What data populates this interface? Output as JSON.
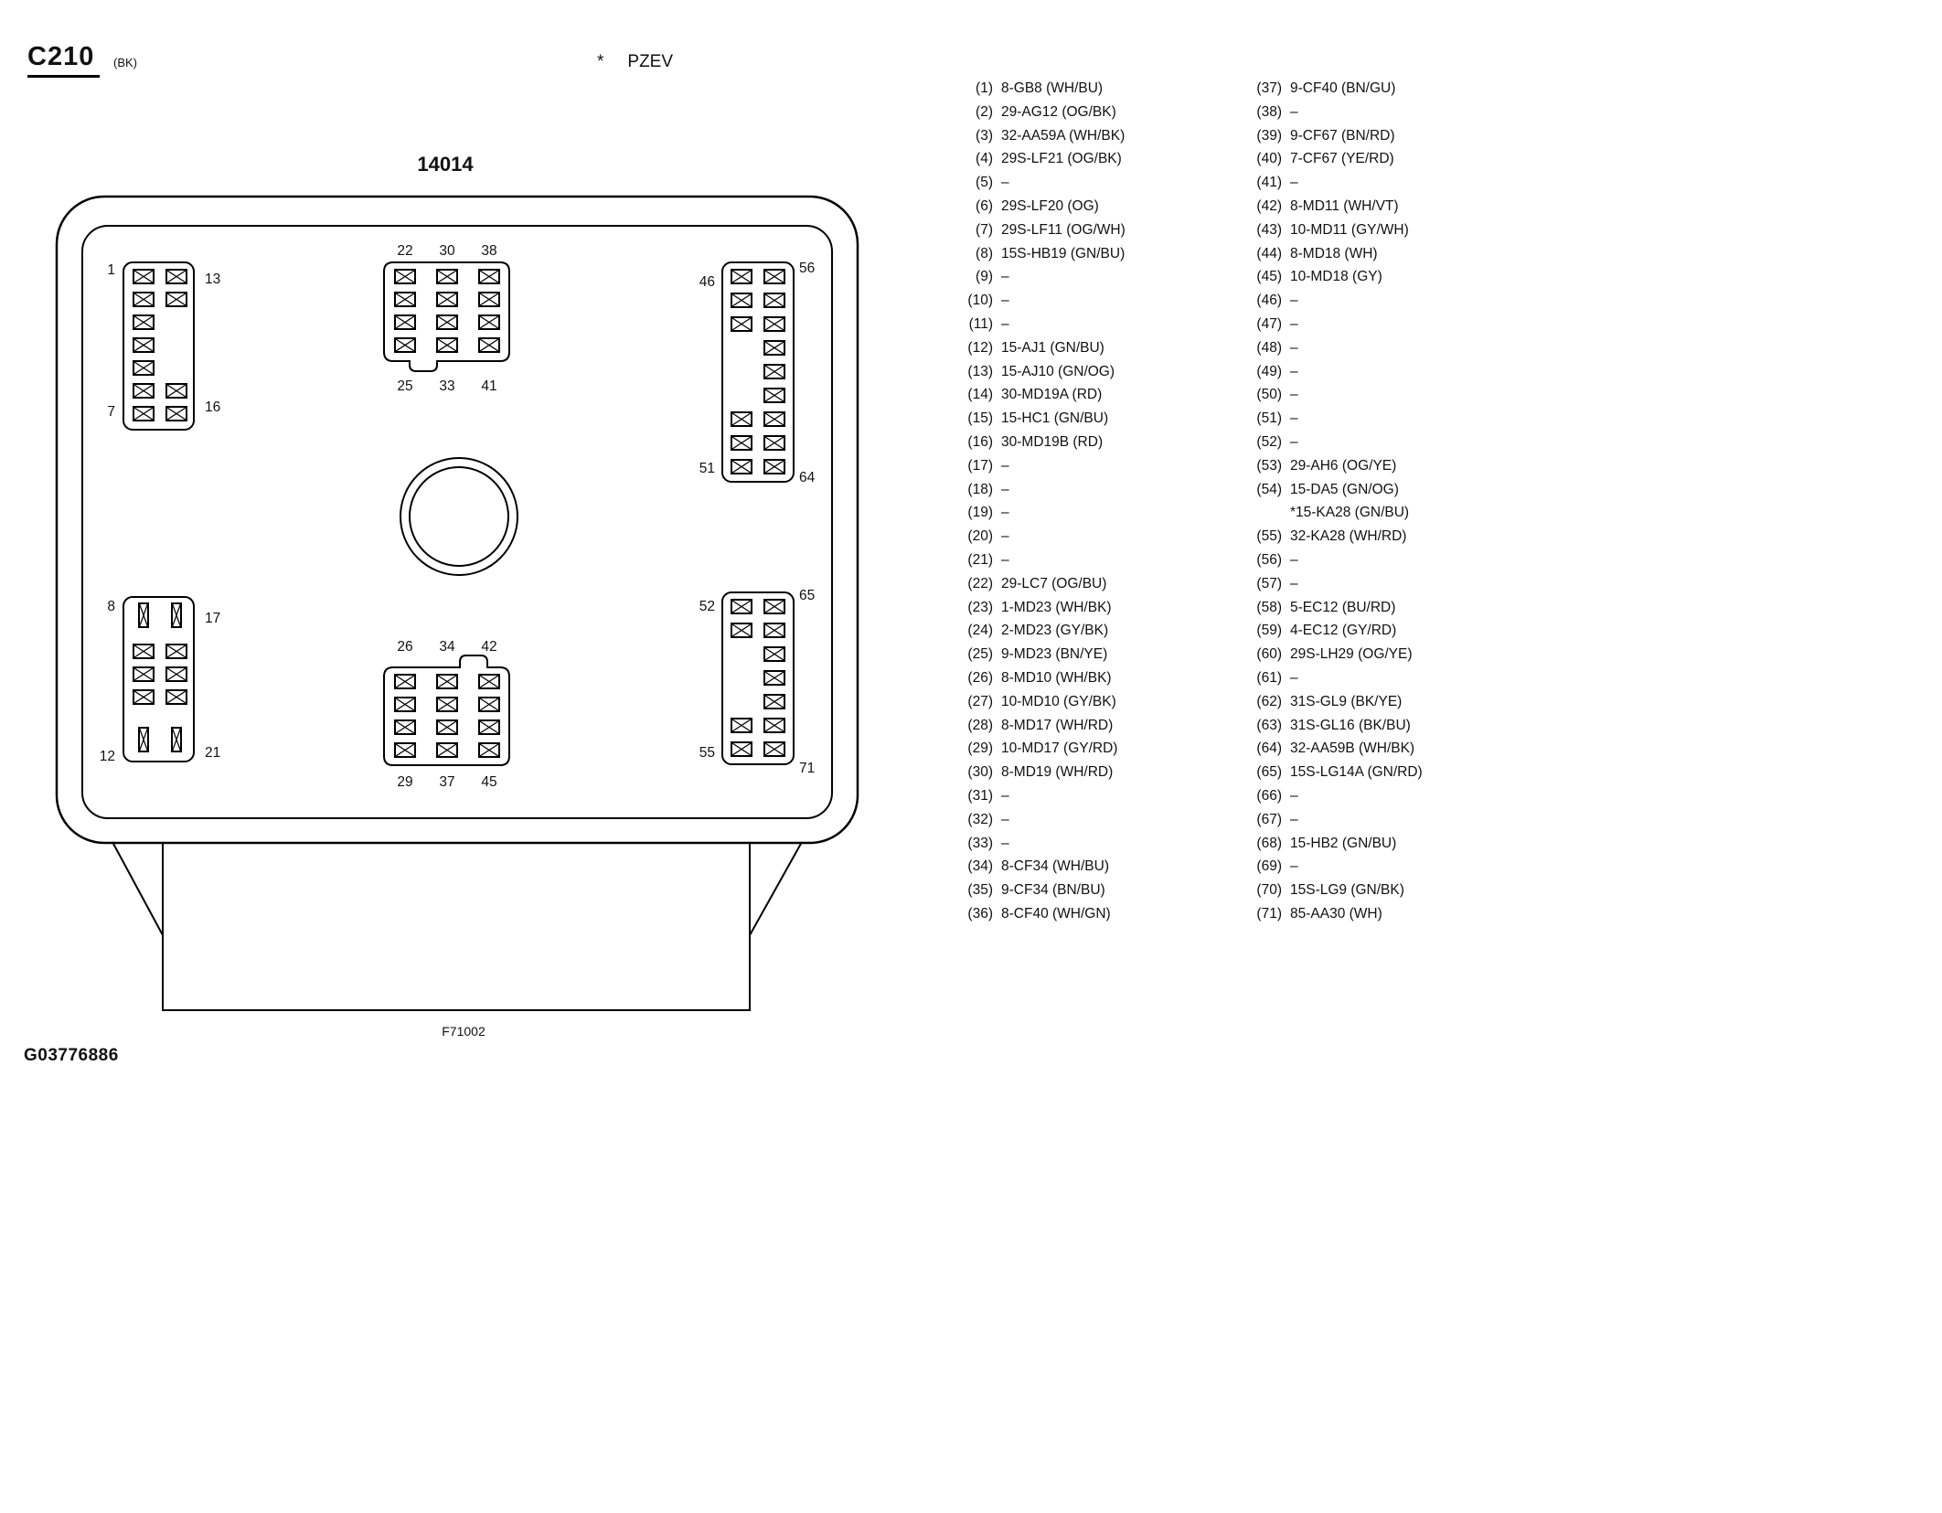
{
  "header": {
    "connector": "C210",
    "color_code": "(BK)",
    "note_star": "*",
    "note": "PZEV"
  },
  "diagram": {
    "part_number": "14014",
    "figure_label": "F71002",
    "doc_id": "G03776886",
    "blocks": {
      "top_left": {
        "tl": "1",
        "tr": "13",
        "bl": "7",
        "br": "16"
      },
      "top_center": {
        "top": [
          "22",
          "30",
          "38"
        ],
        "bottom": [
          "25",
          "33",
          "41"
        ]
      },
      "top_right": {
        "tl": "46",
        "tr": "56",
        "bl": "51",
        "br": "64"
      },
      "bottom_left": {
        "tl": "8",
        "tr": "17",
        "bl": "12",
        "br": "21"
      },
      "bottom_center": {
        "top": [
          "26",
          "34",
          "42"
        ],
        "bottom": [
          "29",
          "37",
          "45"
        ]
      },
      "bottom_right": {
        "tl": "52",
        "tr": "65",
        "bl": "55",
        "br": "71"
      }
    }
  },
  "pin_list": {
    "column1": [
      {
        "num": "(1)",
        "label": "8-GB8 (WH/BU)"
      },
      {
        "num": "(2)",
        "label": "29-AG12 (OG/BK)"
      },
      {
        "num": "(3)",
        "label": "32-AA59A (WH/BK)"
      },
      {
        "num": "(4)",
        "label": "29S-LF21 (OG/BK)"
      },
      {
        "num": "(5)",
        "label": "–"
      },
      {
        "num": "(6)",
        "label": "29S-LF20 (OG)"
      },
      {
        "num": "(7)",
        "label": "29S-LF11 (OG/WH)"
      },
      {
        "num": "(8)",
        "label": "15S-HB19 (GN/BU)"
      },
      {
        "num": "(9)",
        "label": "–"
      },
      {
        "num": "(10)",
        "label": "–"
      },
      {
        "num": "(11)",
        "label": "–"
      },
      {
        "num": "(12)",
        "label": "15-AJ1 (GN/BU)"
      },
      {
        "num": "(13)",
        "label": "15-AJ10 (GN/OG)"
      },
      {
        "num": "(14)",
        "label": "30-MD19A (RD)"
      },
      {
        "num": "(15)",
        "label": "15-HC1 (GN/BU)"
      },
      {
        "num": "(16)",
        "label": "30-MD19B (RD)"
      },
      {
        "num": "(17)",
        "label": "–"
      },
      {
        "num": "(18)",
        "label": "–"
      },
      {
        "num": "(19)",
        "label": "–"
      },
      {
        "num": "(20)",
        "label": "–"
      },
      {
        "num": "(21)",
        "label": "–"
      },
      {
        "num": "(22)",
        "label": "29-LC7 (OG/BU)"
      },
      {
        "num": "(23)",
        "label": "1-MD23 (WH/BK)"
      },
      {
        "num": "(24)",
        "label": "2-MD23 (GY/BK)"
      },
      {
        "num": "(25)",
        "label": "9-MD23 (BN/YE)"
      },
      {
        "num": "(26)",
        "label": "8-MD10 (WH/BK)"
      },
      {
        "num": "(27)",
        "label": "10-MD10 (GY/BK)"
      },
      {
        "num": "(28)",
        "label": "8-MD17 (WH/RD)"
      },
      {
        "num": "(29)",
        "label": "10-MD17 (GY/RD)"
      },
      {
        "num": "(30)",
        "label": "8-MD19 (WH/RD)"
      },
      {
        "num": "(31)",
        "label": "–"
      },
      {
        "num": "(32)",
        "label": "–"
      },
      {
        "num": "(33)",
        "label": "–"
      },
      {
        "num": "(34)",
        "label": "8-CF34 (WH/BU)"
      },
      {
        "num": "(35)",
        "label": "9-CF34 (BN/BU)"
      },
      {
        "num": "(36)",
        "label": "8-CF40 (WH/GN)"
      }
    ],
    "column2": [
      {
        "num": "(37)",
        "label": "9-CF40 (BN/GU)"
      },
      {
        "num": "(38)",
        "label": "–"
      },
      {
        "num": "(39)",
        "label": "9-CF67 (BN/RD)"
      },
      {
        "num": "(40)",
        "label": "7-CF67 (YE/RD)"
      },
      {
        "num": "(41)",
        "label": "–"
      },
      {
        "num": "(42)",
        "label": "8-MD11 (WH/VT)"
      },
      {
        "num": "(43)",
        "label": "10-MD11 (GY/WH)"
      },
      {
        "num": "(44)",
        "label": "8-MD18 (WH)"
      },
      {
        "num": "(45)",
        "label": "10-MD18 (GY)"
      },
      {
        "num": "(46)",
        "label": "–"
      },
      {
        "num": "(47)",
        "label": "–"
      },
      {
        "num": "(48)",
        "label": "–"
      },
      {
        "num": "(49)",
        "label": "–"
      },
      {
        "num": "(50)",
        "label": "–"
      },
      {
        "num": "(51)",
        "label": "–"
      },
      {
        "num": "(52)",
        "label": "–"
      },
      {
        "num": "(53)",
        "label": "29-AH6 (OG/YE)"
      },
      {
        "num": "(54)",
        "label": "15-DA5 (GN/OG)",
        "label2": "*15-KA28 (GN/BU)"
      },
      {
        "num": "(55)",
        "label": "32-KA28 (WH/RD)"
      },
      {
        "num": "(56)",
        "label": "–"
      },
      {
        "num": "(57)",
        "label": "–"
      },
      {
        "num": "(58)",
        "label": "5-EC12 (BU/RD)"
      },
      {
        "num": "(59)",
        "label": "4-EC12 (GY/RD)"
      },
      {
        "num": "(60)",
        "label": "29S-LH29 (OG/YE)"
      },
      {
        "num": "(61)",
        "label": "–"
      },
      {
        "num": "(62)",
        "label": "31S-GL9 (BK/YE)"
      },
      {
        "num": "(63)",
        "label": "31S-GL16 (BK/BU)"
      },
      {
        "num": "(64)",
        "label": "32-AA59B (WH/BK)"
      },
      {
        "num": "(65)",
        "label": "15S-LG14A (GN/RD)"
      },
      {
        "num": "(66)",
        "label": "–"
      },
      {
        "num": "(67)",
        "label": "–"
      },
      {
        "num": "(68)",
        "label": "15-HB2 (GN/BU)"
      },
      {
        "num": "(69)",
        "label": "–"
      },
      {
        "num": "(70)",
        "label": "15S-LG9 (GN/BK)"
      },
      {
        "num": "(71)",
        "label": "85-AA30 (WH)"
      }
    ]
  }
}
